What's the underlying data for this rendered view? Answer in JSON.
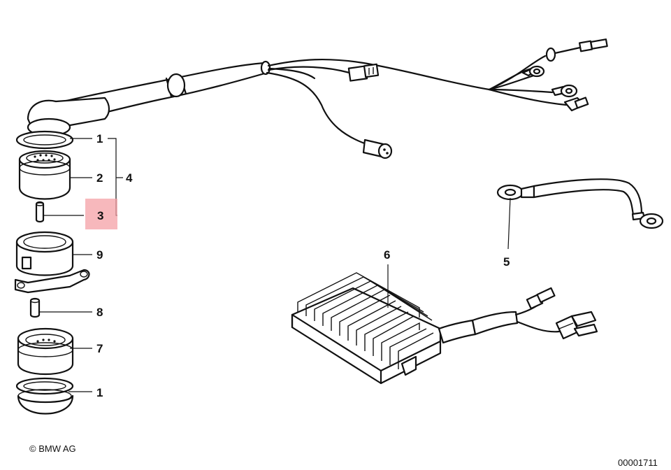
{
  "callouts": [
    {
      "id": "c1a",
      "text": "1"
    },
    {
      "id": "c2",
      "text": "2"
    },
    {
      "id": "c4",
      "text": "4"
    },
    {
      "id": "c3",
      "text": "3",
      "highlighted": true
    },
    {
      "id": "c9",
      "text": "9"
    },
    {
      "id": "c8",
      "text": "8"
    },
    {
      "id": "c7",
      "text": "7"
    },
    {
      "id": "c1b",
      "text": "1"
    },
    {
      "id": "c5",
      "text": "5"
    },
    {
      "id": "c6",
      "text": "6"
    }
  ],
  "footer": {
    "copyright": "© BMW AG",
    "diagram_number": "00001711"
  },
  "colors": {
    "line": "#111111",
    "highlight": "#f4a0a6",
    "background": "#ffffff"
  }
}
